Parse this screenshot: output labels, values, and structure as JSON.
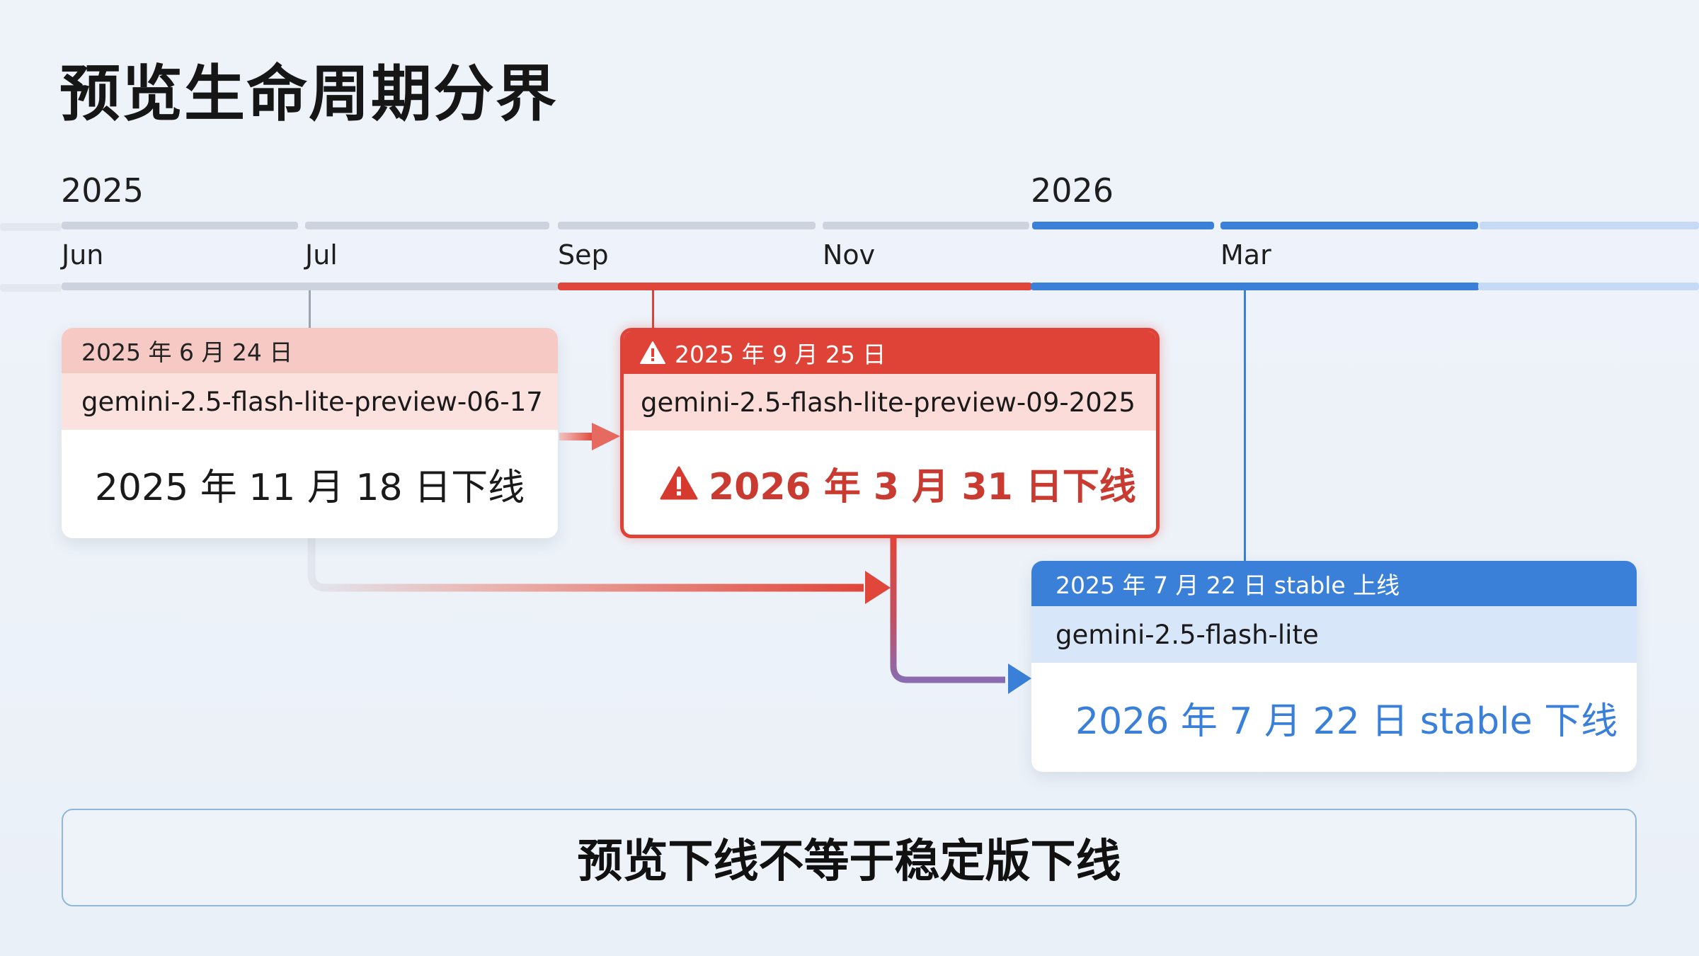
{
  "title": "预览生命周期分界",
  "timeline": {
    "years": [
      "2025",
      "2026"
    ],
    "months": [
      "Jun",
      "Jul",
      "Sep",
      "Nov",
      "Mar"
    ]
  },
  "cards": [
    {
      "id": "preview-06-17",
      "status": "retired-preview",
      "header": "2025 年 6 月 24 日",
      "model": "gemini-2.5-flash-lite-preview-06-17",
      "retire": "2025 年 11 月 18 日下线"
    },
    {
      "id": "preview-09-2025",
      "status": "warning",
      "header": "2025 年 9 月 25 日",
      "model": "gemini-2.5-flash-lite-preview-09-2025",
      "retire": "2026 年 3 月 31 日下线"
    },
    {
      "id": "stable",
      "status": "stable",
      "header": "2025 年 7 月 22 日 stable 上线",
      "model": "gemini-2.5-flash-lite",
      "retire": "2026 年 7 月 22 日 stable 下线"
    }
  ],
  "footer": "预览下线不等于稳定版下线",
  "colors": {
    "gray": "#cdd3de",
    "red": "#df4338",
    "blue": "#3a7fd8",
    "light_blue": "#c6daf5"
  }
}
